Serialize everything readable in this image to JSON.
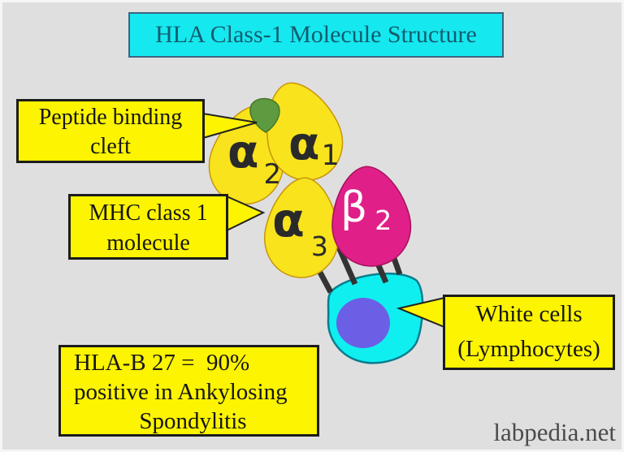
{
  "title": "HLA Class-1 Molecule Structure",
  "watermark": "labpedia.net",
  "callouts": {
    "peptide": {
      "line1": "Peptide binding",
      "line2": "cleft"
    },
    "mhc": {
      "line1": "MHC class 1",
      "line2": "molecule"
    },
    "white_cells": {
      "line1": "White cells",
      "line2": "(Lymphocytes)"
    },
    "hlab": {
      "line1": "HLA-B 27 =  90%",
      "line2": "positive in Ankylosing",
      "line3": "Spondylitis"
    }
  },
  "molecule": {
    "alpha2": {
      "symbol": "α",
      "sub": "2"
    },
    "alpha1": {
      "symbol": "α",
      "sub": "1"
    },
    "alpha3": {
      "symbol": "α",
      "sub": "3"
    },
    "beta2": {
      "symbol": "β",
      "sub": "2"
    }
  },
  "colors": {
    "background": "#dfdfdf",
    "title_bg": "#16e8ef",
    "title_text": "#135c70",
    "label_bg": "#fcf400",
    "box_border": "#1c1c1c",
    "domain_yellow": "#f8e31d",
    "domain_yellow_stroke": "#c9940a",
    "beta_pink": "#e02088",
    "beta_pink_stroke": "#a8135f",
    "cell_cyan": "#10efef",
    "cell_stroke": "#0a7d8e",
    "nucleus_purple": "#6b5fe6",
    "cleft_green": "#5e9a3f",
    "cleft_stroke": "#47762c",
    "anchor_black": "#333333",
    "watermark_text": "#4b4b4b"
  }
}
